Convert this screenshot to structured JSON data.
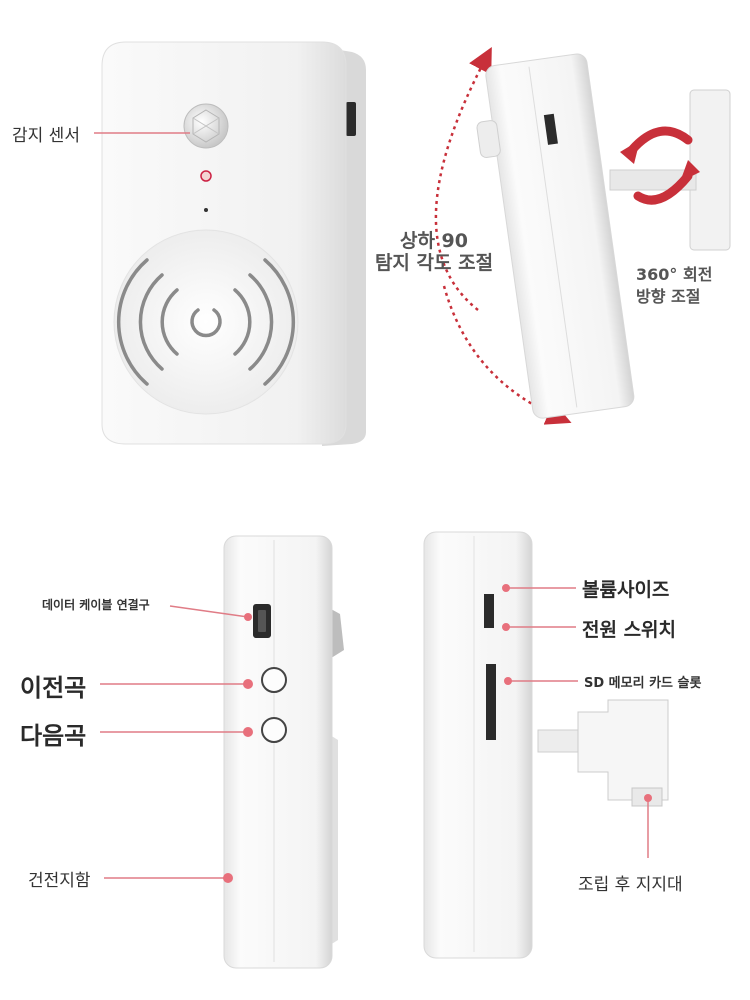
{
  "colors": {
    "callout_line": "#e07c86",
    "callout_dot": "#e8707c",
    "arrow": "#c8303a",
    "device_body": "#f3f3f3",
    "device_edge": "#d6d6d6"
  },
  "front_view": {
    "sensor_label": "감지 센서"
  },
  "angle_view": {
    "tilt_line1": "상하 90",
    "tilt_line2": "탐지 각도 조절",
    "rotate_line1": "360° 회전",
    "rotate_line2": "방향 조절"
  },
  "left_side_view": {
    "cable_port_label": "데이터 케이블 연결구",
    "prev_track_label": "이전곡",
    "next_track_label": "다음곡",
    "battery_label": "건전지함"
  },
  "right_side_view": {
    "volume_label": "볼륨사이즈",
    "power_label": "전원 스위치",
    "sd_slot_label": "SD 메모리 카드 슬롯",
    "bracket_label": "조립 후 지지대"
  }
}
